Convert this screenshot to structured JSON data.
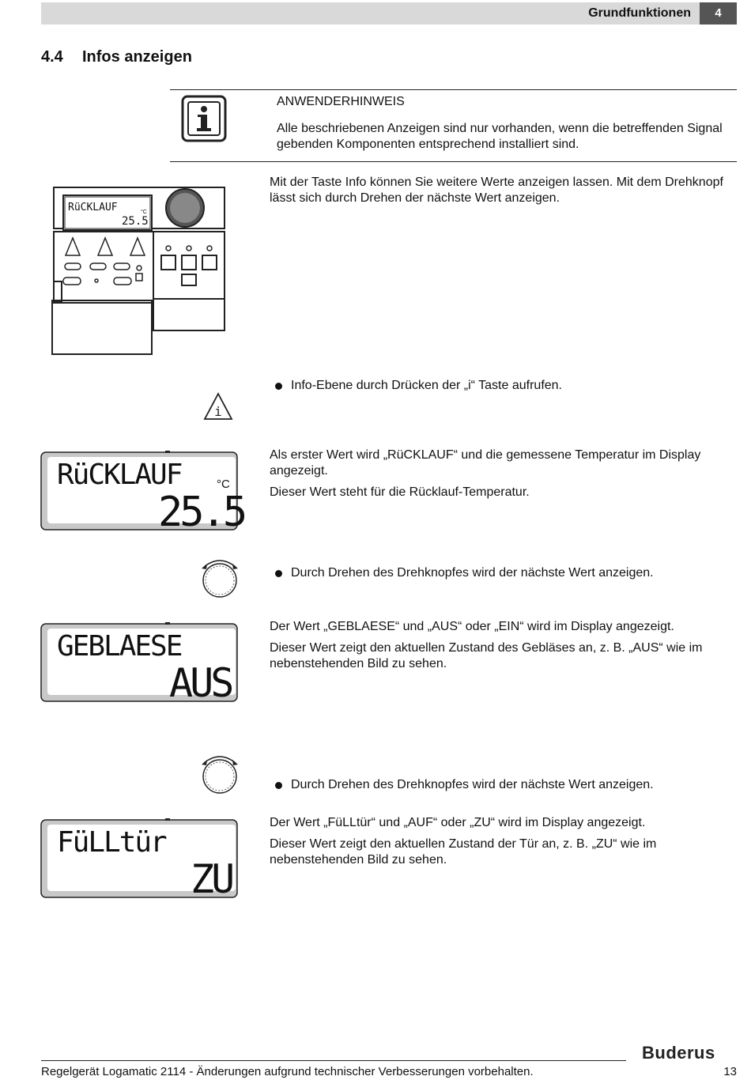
{
  "header": {
    "title": "Grundfunktionen",
    "chapter": "4"
  },
  "section": {
    "number": "4.4",
    "title": "Infos anzeigen"
  },
  "note": {
    "title": "ANWENDERHINWEIS",
    "text": "Alle beschriebenen Anzeigen sind nur vorhanden, wenn die betreffenden Signal gebenden Komponenten entsprechend installiert sind."
  },
  "intro": "Mit der Taste Info können Sie weitere Werte anzeigen lassen. Mit dem Drehknopf lässt sich durch Drehen der nächste Wert anzeigen.",
  "controller_display": {
    "line1": "RüCKLAUF",
    "value": "25.5",
    "unit": "°C"
  },
  "steps": [
    {
      "type": "bullet",
      "text": "Info-Ebene durch Drücken der „i“ Taste aufrufen."
    },
    {
      "type": "display",
      "line1": "RüCKLAUF",
      "line2": "25.5",
      "unit": "°C",
      "paragraphs": [
        "Als erster Wert wird „RüCKLAUF“ und die gemessene Temperatur im Display angezeigt.",
        "Dieser Wert steht für die Rücklauf-Temperatur."
      ]
    },
    {
      "type": "bullet",
      "text": "Durch Drehen des Drehknopfes wird der nächste Wert anzeigen."
    },
    {
      "type": "display",
      "line1": "GEBLAESE",
      "line2": "AUS",
      "paragraphs": [
        "Der Wert „GEBLAESE“ und „AUS“ oder „EIN“ wird im Display angezeigt.",
        "Dieser Wert zeigt den aktuellen Zustand des Gebläses an, z. B. „AUS“ wie im nebenstehenden Bild zu sehen."
      ]
    },
    {
      "type": "bullet",
      "text": "Durch Drehen des Drehknopfes wird der nächste Wert anzeigen."
    },
    {
      "type": "display",
      "line1": "FüLLtür",
      "line2": "ZU",
      "paragraphs": [
        "Der Wert „FüLLtür“ und „AUF“ oder „ZU“ wird im Display angezeigt.",
        "Dieser Wert zeigt den aktuellen Zustand der Tür an, z. B. „ZU“ wie im nebenstehenden Bild zu sehen."
      ]
    }
  ],
  "footer": {
    "text": "Regelgerät Logamatic 2114 - Änderungen aufgrund technischer Verbesserungen vorbehalten.",
    "page": "13",
    "logo": "Buderus"
  }
}
